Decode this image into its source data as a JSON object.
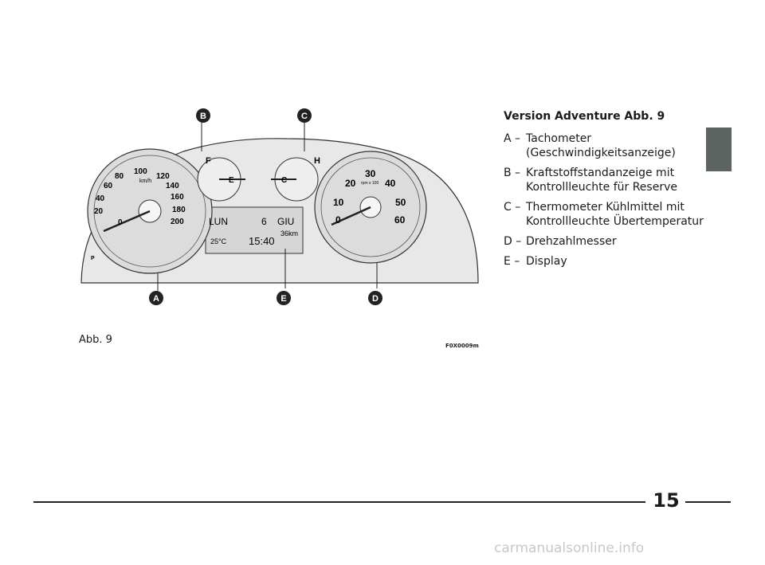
{
  "legend": {
    "title": "Version Adventure Abb. 9",
    "items": [
      {
        "key": "A –",
        "text": "Tachometer (Geschwindigkeitsanzeige)"
      },
      {
        "key": "B –",
        "text": "Kraftstoffstandanzeige mit Kontrollleuchte für Reserve"
      },
      {
        "key": "C –",
        "text": "Thermometer Kühlmittel mit Kontrollleuchte Übertemperatur"
      },
      {
        "key": "D –",
        "text": "Drehzahlmesser"
      },
      {
        "key": "E –",
        "text": "Display"
      }
    ]
  },
  "figure": {
    "caption": "Abb. 9",
    "code": "F0X0009m",
    "callouts": [
      "A",
      "B",
      "C",
      "D",
      "E"
    ],
    "speedometer": {
      "unit": "km/h",
      "ticks": [
        "0",
        "20",
        "40",
        "60",
        "80",
        "100",
        "120",
        "140",
        "160",
        "180",
        "200"
      ]
    },
    "tachometer": {
      "unit": "rpm x 100",
      "ticks": [
        "0",
        "10",
        "20",
        "30",
        "40",
        "50",
        "60"
      ]
    },
    "fuel_gauge": {
      "full": "F",
      "empty": "E"
    },
    "temp_gauge": {
      "hot": "H",
      "cold": "C"
    },
    "display": {
      "day": "LUN",
      "date": "6",
      "month": "GIU",
      "distance": "36km",
      "temperature": "25°C",
      "time": "15:40"
    },
    "indicator_p": "P"
  },
  "page_number": "15",
  "watermark": "carmanualsonline.info"
}
